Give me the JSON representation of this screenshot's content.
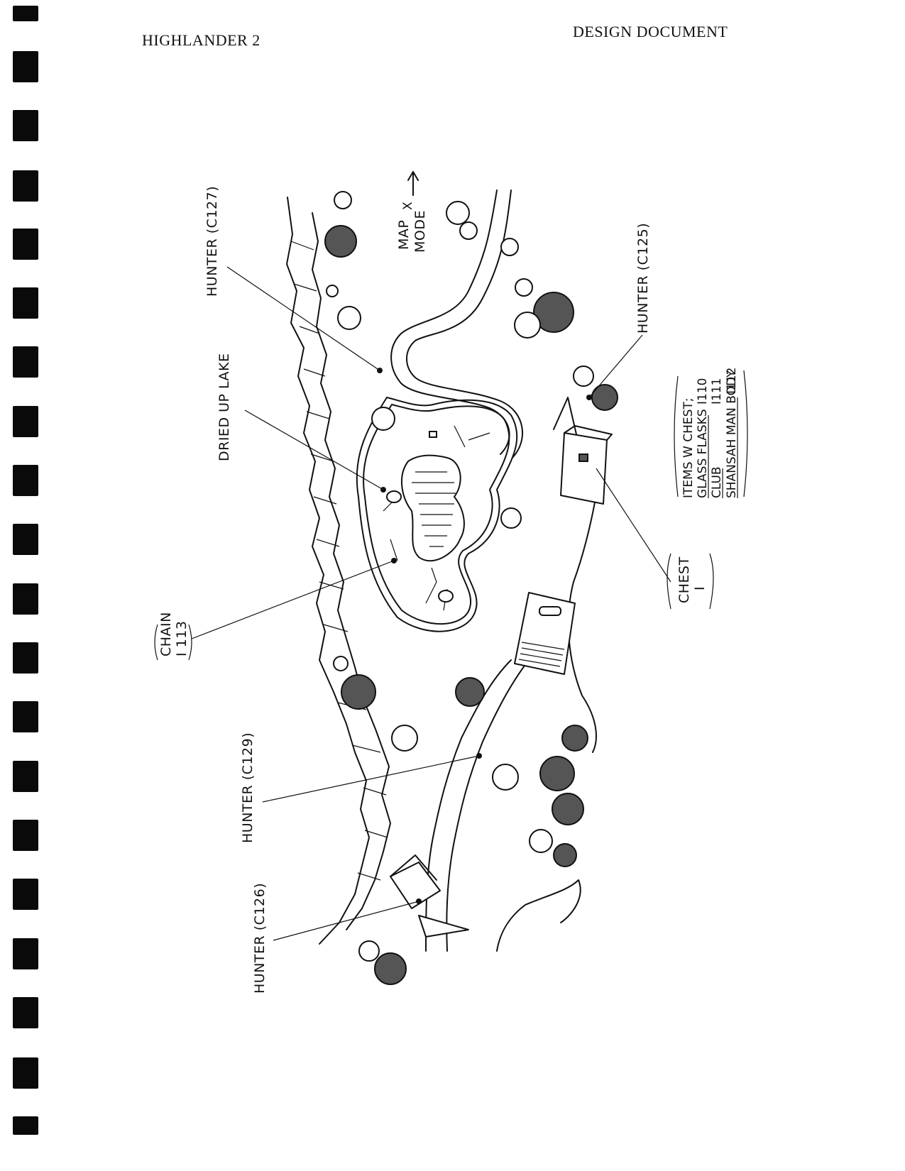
{
  "header": {
    "left": "HIGHLANDER 2",
    "right": "DESIGN DOCUMENT"
  },
  "map": {
    "compass": {
      "line1": "MAP",
      "mark": "X",
      "line2": "MODE"
    },
    "labels": {
      "hunter_c127": "HUNTER (C127)",
      "hunter_c125": "HUNTER (C125)",
      "dried_up_lake": "DRIED UP LAKE",
      "chain": "CHAIN",
      "chain_id": "I 113",
      "chest": "CHEST",
      "chest_id": "I",
      "hunter_c129": "HUNTER (C129)",
      "hunter_c126": "HUNTER (C126)"
    },
    "chest_items": {
      "heading": "ITEMS W CHEST;",
      "rows": [
        {
          "name": "GLASS FLASKS",
          "id": "I110"
        },
        {
          "name": "CLUB",
          "id": "I111"
        },
        {
          "name": "SHANSAH MAN BODY",
          "id": "I112"
        }
      ]
    }
  }
}
